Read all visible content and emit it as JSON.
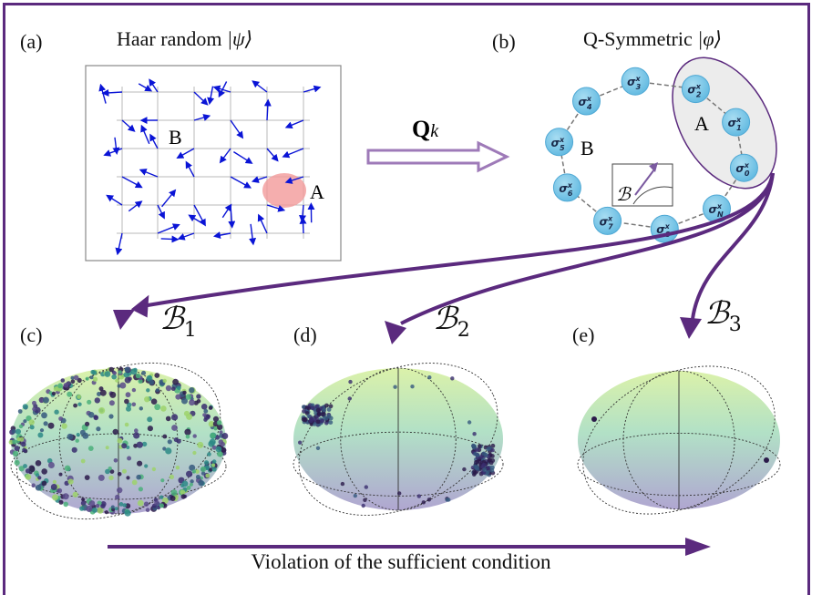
{
  "panels": {
    "a": {
      "tag": "(a)",
      "title_text": "Haar random ",
      "ket": "|ψ⟩",
      "region_a": "A",
      "region_b": "B"
    },
    "b": {
      "tag": "(b)",
      "title_text": "Q-Symmetric ",
      "ket": "|φ⟩",
      "region_a": "A",
      "region_b": "B",
      "inset_label": "ℬ",
      "nodes": [
        "σ3x",
        "σ2x",
        "σ1x",
        "σ0x",
        "σNx",
        "σ8x",
        "σ7x",
        "σ6x",
        "σ5x",
        "σ4x"
      ]
    },
    "c": {
      "tag": "(c)",
      "b_symbol": "ℬ",
      "b_index": "1"
    },
    "d": {
      "tag": "(d)",
      "b_symbol": "ℬ",
      "b_index": "2"
    },
    "e": {
      "tag": "(e)",
      "b_symbol": "ℬ",
      "b_index": "3"
    }
  },
  "transform_label": "Q",
  "transform_index": "k",
  "caption": "Violation of the sufficient condition",
  "colors": {
    "frame": "#5b2a7e",
    "arrow": "#5b2a7e",
    "spin": "#0a14d6",
    "node": "#7cc8ea",
    "region_a": "#f29a9a"
  }
}
